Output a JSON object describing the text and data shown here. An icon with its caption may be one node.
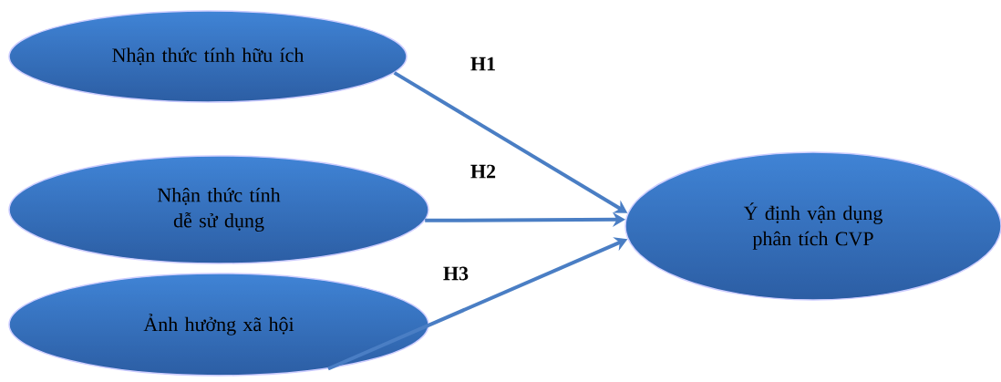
{
  "diagram": {
    "nodes": [
      {
        "text": [
          "Nhận thức tính hữu ích"
        ]
      },
      {
        "text": [
          "Nhận thức tính dễ sử dụng"
        ]
      },
      {
        "text": [
          "Ảnh hưởng xã hội"
        ]
      },
      {
        "text": [
          "Ý định vận dụng phân tích CVP"
        ]
      }
    ],
    "edges": [
      {
        "from": 0,
        "to": 3,
        "arrow": "to",
        "label": "H1"
      },
      {
        "from": 1,
        "to": 3,
        "arrow": "to",
        "label": "H2"
      },
      {
        "from": 2,
        "to": 3,
        "arrow": "to",
        "label": "H3"
      }
    ]
  }
}
